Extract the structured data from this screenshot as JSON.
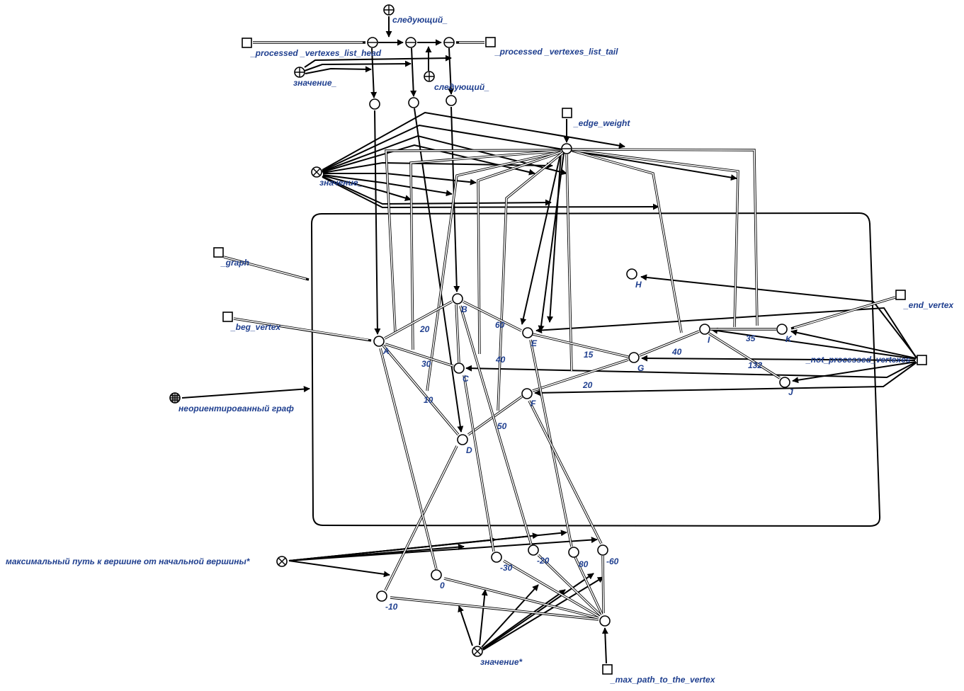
{
  "diagram": {
    "labels": {
      "next_top": "следующий_",
      "next_mid": "следующий_",
      "list_head": "_processed _vertexes_list_head",
      "list_tail": "_processed _vertexes_list_tail",
      "value_top": "значение_",
      "edge_weight": "_edge_weight",
      "value_left": "значение_",
      "graph": "_graph",
      "beg_vertex": "_beg_vertex",
      "end_vertex": "_end_vertex",
      "not_processed": "_not_processed_vertexes",
      "undirected_graph": "неориентированный граф",
      "max_path_rel": "максимальный путь к вершине от начальной вершины*",
      "value_star": "значение*",
      "max_path_var": "_max_path_to_the_vertex"
    },
    "vertices": {
      "A": "A",
      "B": "B",
      "C": "C",
      "D": "D",
      "E": "E",
      "F": "F",
      "G": "G",
      "H": "H",
      "I": "I",
      "J": "J",
      "K": "K"
    },
    "weights": {
      "AB": "20",
      "AC": "30",
      "AD": "10",
      "BC": "40",
      "BE": "60",
      "DF": "50",
      "EG": "15",
      "FG": "20",
      "GI": "40",
      "IK": "35",
      "IJ": "132"
    },
    "path_values": {
      "v1": "-10",
      "v2": "0",
      "v3": "-30",
      "v4": "-20",
      "v5": "80",
      "v6": "-60"
    }
  }
}
